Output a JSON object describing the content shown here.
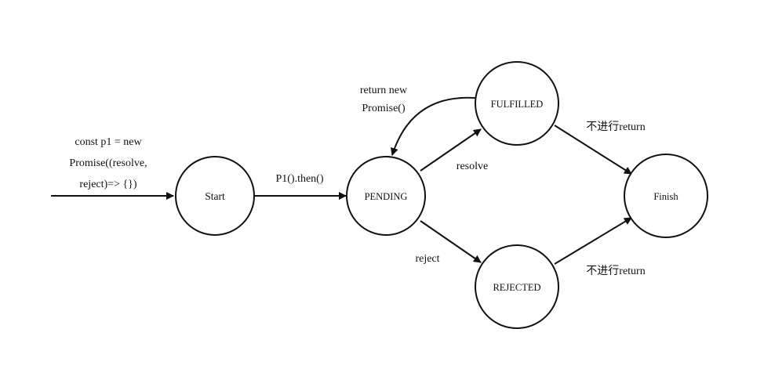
{
  "nodes": {
    "start": "Start",
    "pending": "PENDING",
    "fulfilled": "FULFILLED",
    "rejected": "REJECTED",
    "finish": "Finish"
  },
  "edges": {
    "entry": [
      "const p1 = new",
      "Promise((resolve,",
      "reject)=> {})"
    ],
    "then": "P1().then()",
    "return_new": [
      "return new",
      "Promise()"
    ],
    "resolve": "resolve",
    "reject": "reject",
    "fulfilled_to_finish": "不进行return",
    "rejected_to_finish": "不进行return"
  },
  "colors": {
    "stroke": "#111111",
    "background": "#ffffff"
  }
}
